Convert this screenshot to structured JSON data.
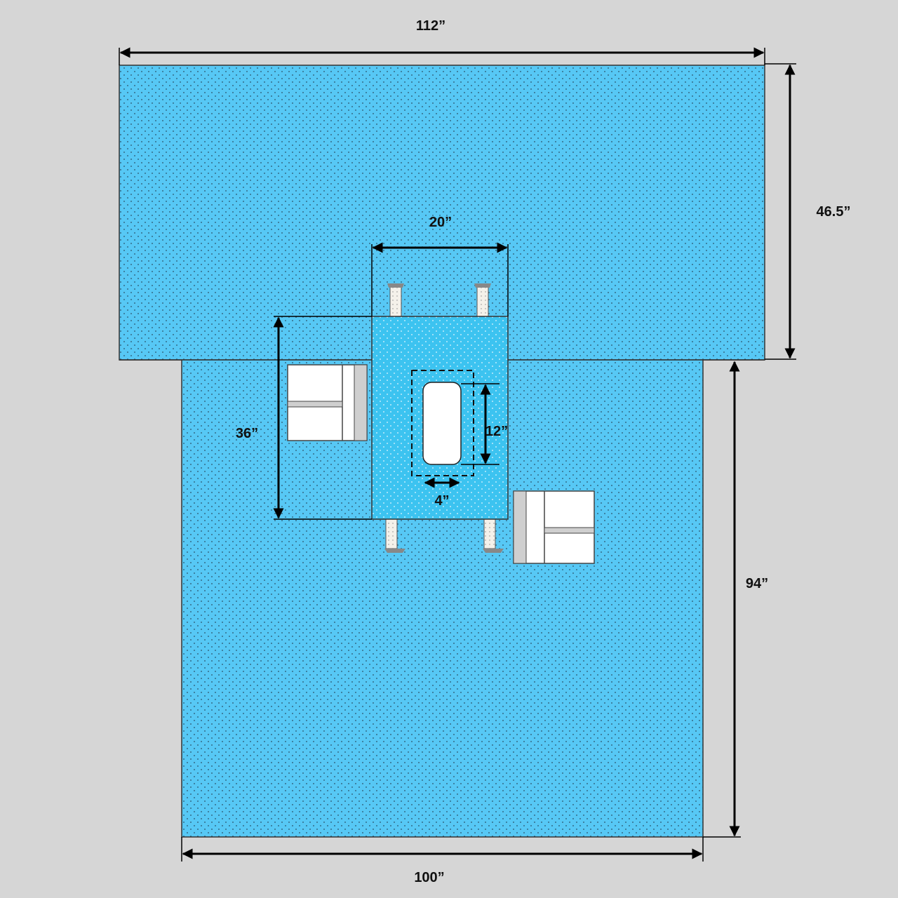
{
  "diagram": {
    "colors": {
      "background": "#d6d6d6",
      "drape": "#57c8f5",
      "fenestration_panel": "#3cc3f0",
      "drape_dots": "#2a4f66",
      "panel_dots": "#e8f7ff",
      "pocket": "#ffffff",
      "pocket_stripe": "#cfcfcf"
    },
    "dimensions": {
      "top_width": "112”",
      "top_height": "46.5”",
      "bottom_height": "94”",
      "bottom_width": "100”",
      "panel_width": "20”",
      "panel_height": "36”",
      "fenestration_length": "12”",
      "fenestration_width": "4”"
    }
  }
}
